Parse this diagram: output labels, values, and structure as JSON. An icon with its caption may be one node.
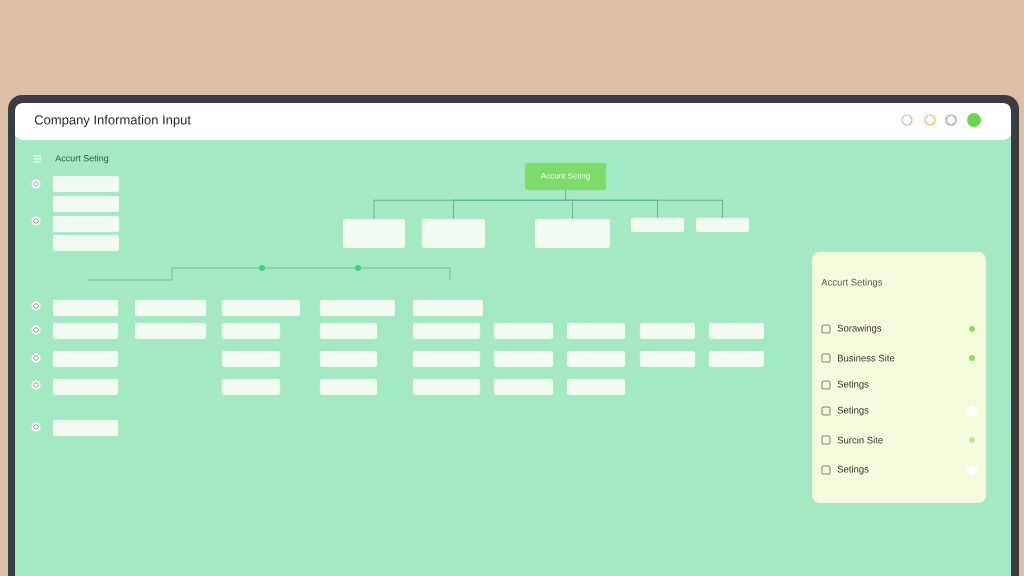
{
  "diagram": {
    "title": "Company Information Input",
    "nodes": [
      {
        "text": [
          "Accunt Seting"
        ]
      },
      {
        "text": [],
        "shape": "box"
      },
      {
        "text": [],
        "shape": "box"
      },
      {
        "text": [],
        "shape": "box"
      },
      {
        "text": [],
        "shape": "box"
      },
      {
        "text": [],
        "shape": "box"
      },
      {
        "text": [],
        "shape": "box"
      },
      {
        "text": [],
        "shape": "box"
      },
      {
        "text": [],
        "shape": "box"
      },
      {
        "text": [],
        "shape": "box"
      },
      {
        "text": [],
        "shape": "box"
      },
      {
        "text": [],
        "shape": "box"
      },
      {
        "text": [],
        "shape": "box"
      },
      {
        "text": [],
        "shape": "box"
      },
      {
        "text": [],
        "shape": "box"
      },
      {
        "text": [],
        "shape": "box"
      },
      {
        "text": [],
        "shape": "box"
      },
      {
        "text": [],
        "shape": "box"
      },
      {
        "text": [],
        "shape": "box"
      },
      {
        "text": [],
        "shape": "box"
      },
      {
        "text": [],
        "shape": "box"
      },
      {
        "text": [],
        "shape": "box"
      },
      {
        "text": [],
        "shape": "box"
      },
      {
        "text": [],
        "shape": "box"
      },
      {
        "text": [],
        "shape": "box"
      },
      {
        "text": [],
        "shape": "box"
      },
      {
        "text": [],
        "shape": "box"
      },
      {
        "text": [],
        "shape": "box"
      },
      {
        "text": [],
        "shape": "box"
      },
      {
        "text": [],
        "shape": "box"
      },
      {
        "text": [],
        "shape": "box"
      },
      {
        "text": [],
        "shape": "box"
      },
      {
        "text": [],
        "shape": "box"
      },
      {
        "text": [],
        "shape": "box"
      },
      {
        "text": [],
        "shape": "box"
      },
      {
        "text": [],
        "shape": "box"
      },
      {
        "text": [],
        "shape": "box"
      },
      {
        "text": [],
        "shape": "box"
      },
      {
        "text": [],
        "shape": "box"
      },
      {
        "text": [
          "Accurt Setings",
          "Sorawings",
          "Business Site",
          "Setings",
          "Setings",
          "Surcin Site",
          "Setings"
        ]
      }
    ],
    "edges": [
      {
        "from": 0,
        "to": 1,
        "arrow": "none"
      },
      {
        "from": 0,
        "to": 2,
        "arrow": "none"
      },
      {
        "from": 0,
        "to": 3,
        "arrow": "none"
      },
      {
        "from": 0,
        "to": 4,
        "arrow": "none"
      },
      {
        "from": 0,
        "to": 5,
        "arrow": "none"
      }
    ],
    "labels": [
      "Accurt Seting"
    ]
  }
}
